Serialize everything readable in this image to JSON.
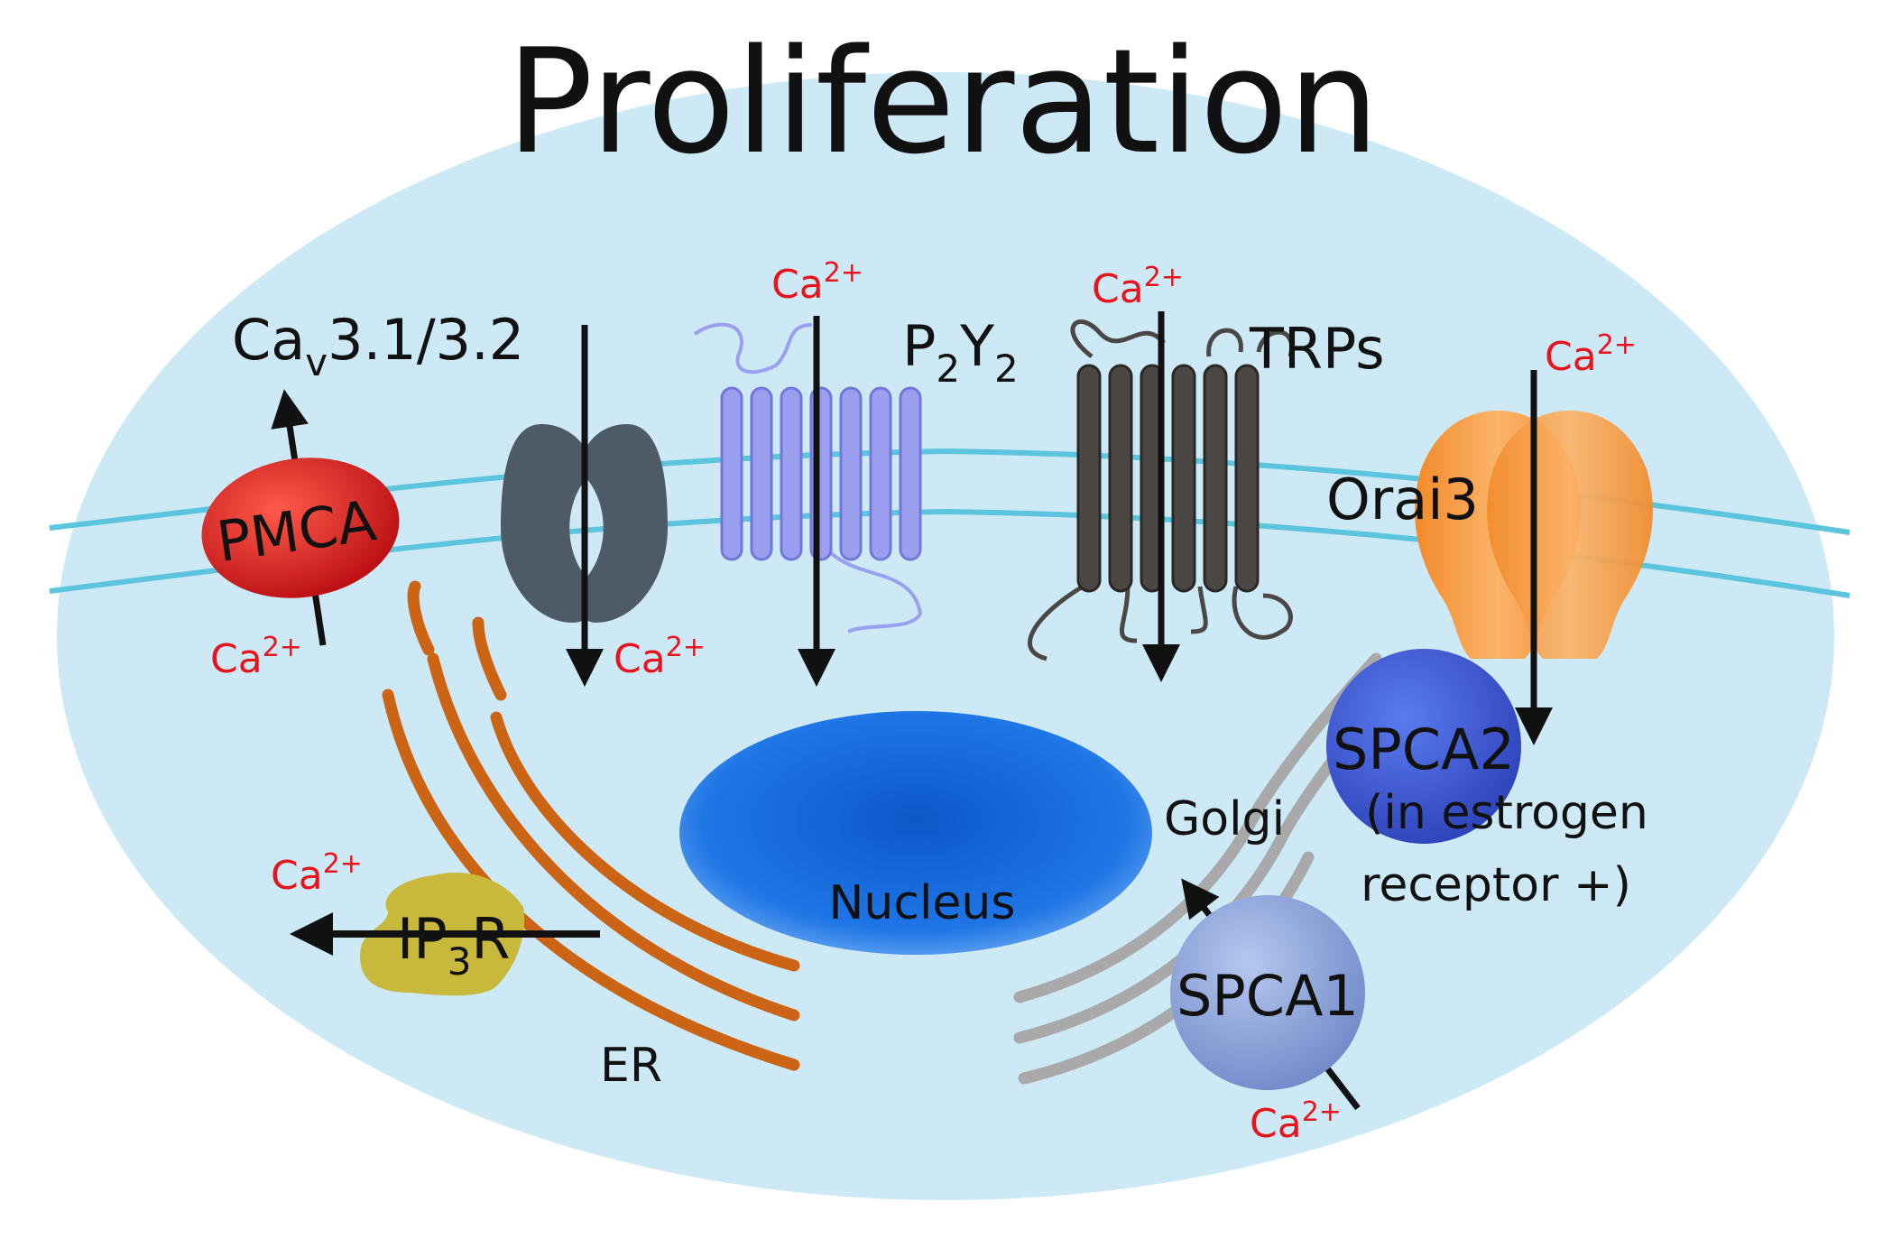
{
  "title": "Proliferation",
  "colors": {
    "cell": "#cce9f5",
    "membrane": "#5cc4dd",
    "ion": "#e8141d",
    "pmca": "#d4141a",
    "cav": "#4e5b66",
    "p2y2": "#9b9ff0",
    "trps": "#4a4745",
    "orai3": "#f79a3c",
    "er": "#cc6415",
    "golgi": "#a9a9a9",
    "nucleus": "#1c6fe0",
    "spca2": "#3d5bd8",
    "spca1": "#8ea6de",
    "ip3r": "#c8b83c"
  },
  "ion": {
    "base": "Ca",
    "charge": "2+"
  },
  "labels": {
    "cav_main": "Ca",
    "cav_sub": "v",
    "cav_rest": "3.1/3.2",
    "p2y2_a": "P",
    "p2y2_a_sub": "2",
    "p2y2_b": "Y",
    "p2y2_b_sub": "2",
    "trps": "TRPs",
    "orai3": "Orai3",
    "pmca": "PMCA",
    "nucleus": "Nucleus",
    "golgi": "Golgi",
    "er": "ER",
    "ip3r_a": "IP",
    "ip3r_sub": "3",
    "ip3r_b": "R",
    "spca2": "SPCA2",
    "spca2_note_1": "(in estrogen",
    "spca2_note_2": "receptor +)",
    "spca1": "SPCA1"
  },
  "icons": [
    "pmca-pump-icon",
    "cav-channel-icon",
    "p2y2-receptor-icon",
    "trp-channel-icon",
    "orai3-channel-icon",
    "ip3r-channel-icon",
    "spca2-pump-icon",
    "spca1-pump-icon",
    "nucleus-icon",
    "er-icon",
    "golgi-icon"
  ]
}
